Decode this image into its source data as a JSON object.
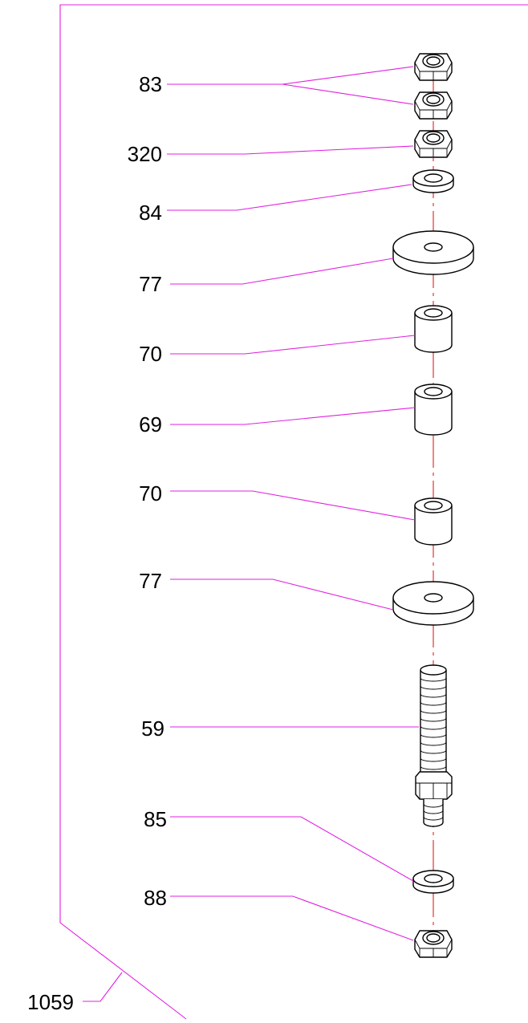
{
  "diagram": {
    "colors": {
      "leader": "#e020e0",
      "centerline": "#e02020",
      "parts": "#000000",
      "background": "#ffffff"
    },
    "assembly_label": "1059",
    "callouts": {
      "nut_top": "83",
      "nut_lock": "320",
      "washer_small": "84",
      "washer_large_top": "77",
      "spacer_upper": "70",
      "spacer_long": "69",
      "spacer_lower": "70",
      "washer_large_bottom": "77",
      "stud": "59",
      "washer_bottom": "85",
      "nut_bottom": "88"
    },
    "parts": [
      {
        "name": "hex nut",
        "shape": "hex-nut-icon"
      },
      {
        "name": "hex nut",
        "shape": "hex-nut-icon"
      },
      {
        "name": "hex nut",
        "shape": "hex-nut-icon"
      },
      {
        "name": "flat washer",
        "shape": "washer-icon"
      },
      {
        "name": "large flat washer",
        "shape": "washer-icon"
      },
      {
        "name": "spacer",
        "shape": "cylinder-icon"
      },
      {
        "name": "spacer",
        "shape": "cylinder-icon"
      },
      {
        "name": "spacer",
        "shape": "cylinder-icon"
      },
      {
        "name": "large flat washer",
        "shape": "washer-icon"
      },
      {
        "name": "threaded stud",
        "shape": "stud-icon"
      },
      {
        "name": "flat washer",
        "shape": "washer-icon"
      },
      {
        "name": "hex nut",
        "shape": "hex-nut-icon"
      }
    ]
  }
}
